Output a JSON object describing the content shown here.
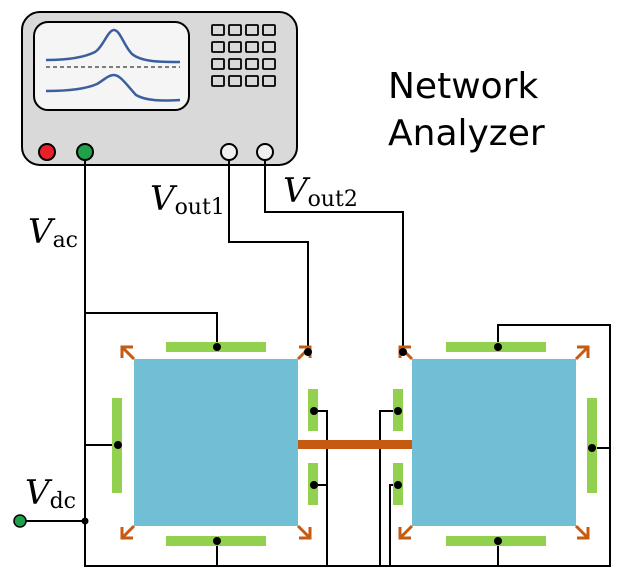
{
  "title": {
    "line1": "Network",
    "line2": "Analyzer"
  },
  "labels": {
    "vac": {
      "main": "V",
      "sub": "ac"
    },
    "vdc": {
      "main": "V",
      "sub": "dc"
    },
    "vout1": {
      "main": "V",
      "sub": "out1"
    },
    "vout2": {
      "main": "V",
      "sub": "out2"
    }
  },
  "colors": {
    "instrument_body": "#d9d9d9",
    "screen": "#f5f5f5",
    "trace": "#3b5f9e",
    "red_port": "#e8202a",
    "green_port": "#1fa04a",
    "plate": "#70bfd5",
    "electrode": "#92d050",
    "anchor": "#c65a11",
    "coupling_beam": "#c65a11",
    "wire": "#000000"
  }
}
